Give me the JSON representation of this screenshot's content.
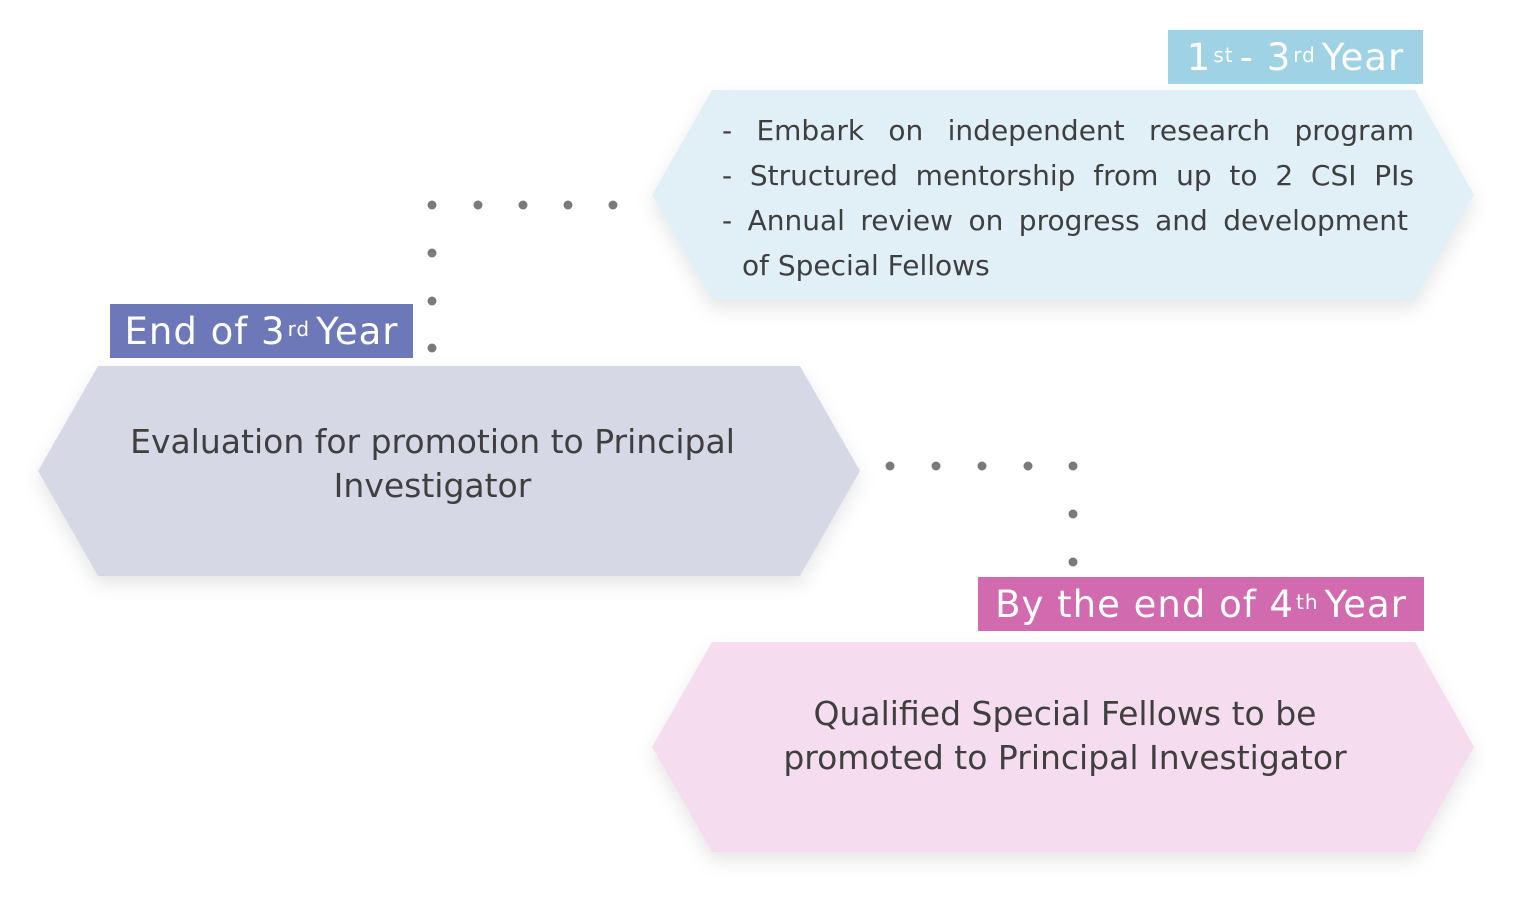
{
  "stages": [
    {
      "label": {
        "main": "1",
        "sup": "st",
        "rest": " - 3",
        "sup2": "rd",
        "end": "Year"
      },
      "bullets": [
        "- Embark on independent research program",
        "- Structured mentorship from up to 2 CSI PIs",
        "- Annual review on progress and development",
        "of Special Fellows"
      ],
      "label_color": "#9fd2e4",
      "fill_color": "#e1eff6"
    },
    {
      "label": {
        "main": "End of 3",
        "sup": "rd",
        "end": "Year"
      },
      "lines": [
        "Evaluation for promotion to Principal",
        "Investigator"
      ],
      "label_color": "#6d78b9",
      "fill_color": "#d7d8e6"
    },
    {
      "label": {
        "main": "By the end of 4",
        "sup": "th",
        "end": "Year"
      },
      "lines": [
        "Qualified Special Fellows to be",
        "promoted to Principal Investigator"
      ],
      "label_color": "#d16aae",
      "fill_color": "#f5dcee"
    }
  ],
  "connector_color": "#7a7a7a"
}
